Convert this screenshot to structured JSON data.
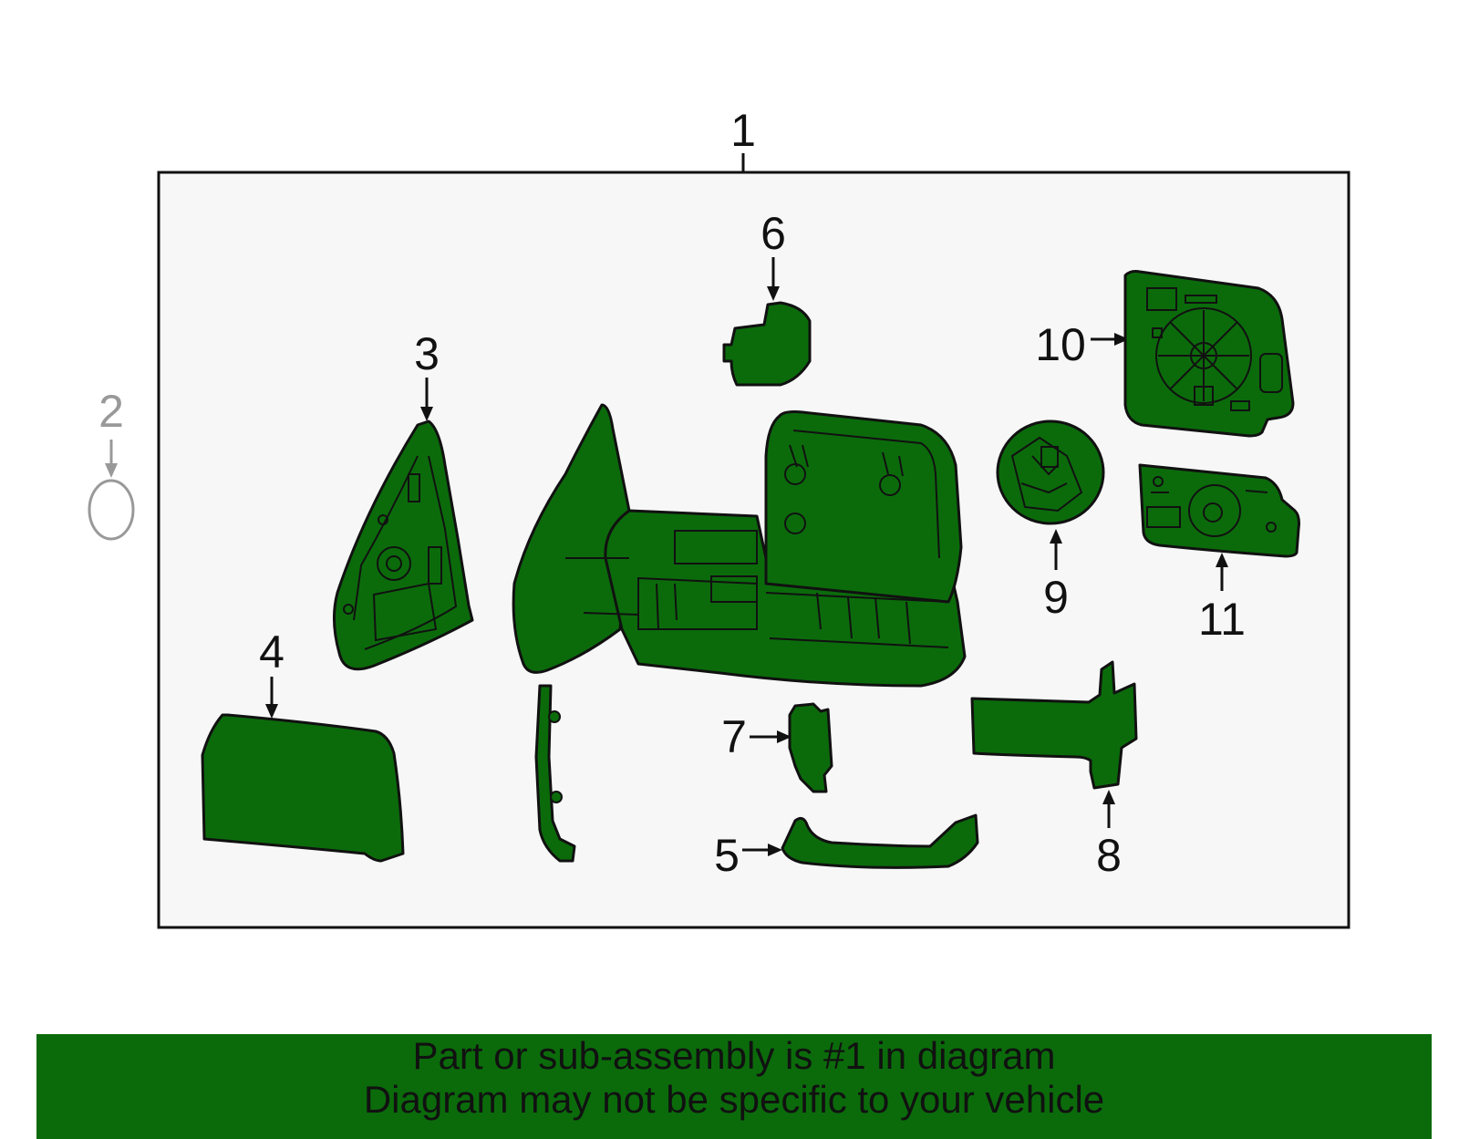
{
  "diagram": {
    "callouts": [
      {
        "id": "1",
        "label": "1"
      },
      {
        "id": "2",
        "label": "2"
      },
      {
        "id": "3",
        "label": "3"
      },
      {
        "id": "4",
        "label": "4"
      },
      {
        "id": "5",
        "label": "5"
      },
      {
        "id": "6",
        "label": "6"
      },
      {
        "id": "7",
        "label": "7"
      },
      {
        "id": "8",
        "label": "8"
      },
      {
        "id": "9",
        "label": "9"
      },
      {
        "id": "10",
        "label": "10"
      },
      {
        "id": "11",
        "label": "11"
      }
    ]
  },
  "colors": {
    "part_fill": "#0b6b0b",
    "frame_fill": "#f7f7f7",
    "banner_bg": "#0b6b0b",
    "ghost": "#999999"
  },
  "banner": {
    "line1": "Part or sub-assembly is #1 in diagram",
    "line2": "Diagram may not be specific to your vehicle"
  }
}
